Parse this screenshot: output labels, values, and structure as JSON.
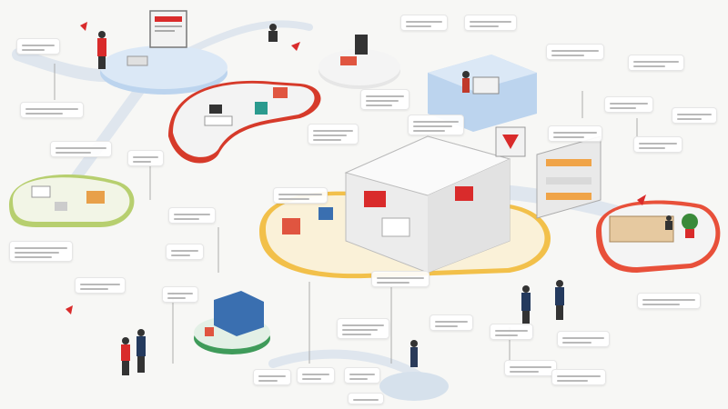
{
  "diagram": {
    "labels": [
      {
        "text": "",
        "lines": 2
      },
      {
        "text": "",
        "lines": 2
      },
      {
        "text": "",
        "lines": 2
      },
      {
        "text": "",
        "lines": 3
      },
      {
        "text": "",
        "lines": 2
      },
      {
        "text": "",
        "lines": 2
      },
      {
        "text": "",
        "lines": 2
      },
      {
        "text": "",
        "lines": 2
      },
      {
        "text": "",
        "lines": 2
      },
      {
        "text": "",
        "lines": 2
      },
      {
        "text": "",
        "lines": 3
      },
      {
        "text": "",
        "lines": 3
      },
      {
        "text": "",
        "lines": 3
      },
      {
        "text": "",
        "lines": 2
      },
      {
        "text": "",
        "lines": 2
      },
      {
        "text": "",
        "lines": 2
      },
      {
        "text": "",
        "lines": 2
      },
      {
        "text": "",
        "lines": 2
      },
      {
        "text": "",
        "lines": 2
      },
      {
        "text": "",
        "lines": 2
      },
      {
        "text": "",
        "lines": 2
      },
      {
        "text": "",
        "lines": 2
      },
      {
        "text": "",
        "lines": 3
      },
      {
        "text": "",
        "lines": 2
      },
      {
        "text": "",
        "lines": 2
      },
      {
        "text": "",
        "lines": 2
      },
      {
        "text": "",
        "lines": 2
      },
      {
        "text": "",
        "lines": 2
      },
      {
        "text": "",
        "lines": 2
      },
      {
        "text": "",
        "lines": 2
      },
      {
        "text": "",
        "lines": 2
      },
      {
        "text": "",
        "lines": 2
      },
      {
        "text": "",
        "lines": 2
      }
    ],
    "colors": {
      "red_platform": "#e8503a",
      "yellow_platform": "#f2c04a",
      "green_platform": "#c9dd8a",
      "blue_platform": "#bcd4ee",
      "connector": "#dfe6ee",
      "building": "#ececec",
      "accent": "#d92b2b"
    },
    "icons": [
      "person-icon",
      "office-desk-icon",
      "monitor-icon",
      "chair-icon",
      "shelf-icon",
      "plant-icon",
      "server-icon",
      "building-icon"
    ]
  }
}
